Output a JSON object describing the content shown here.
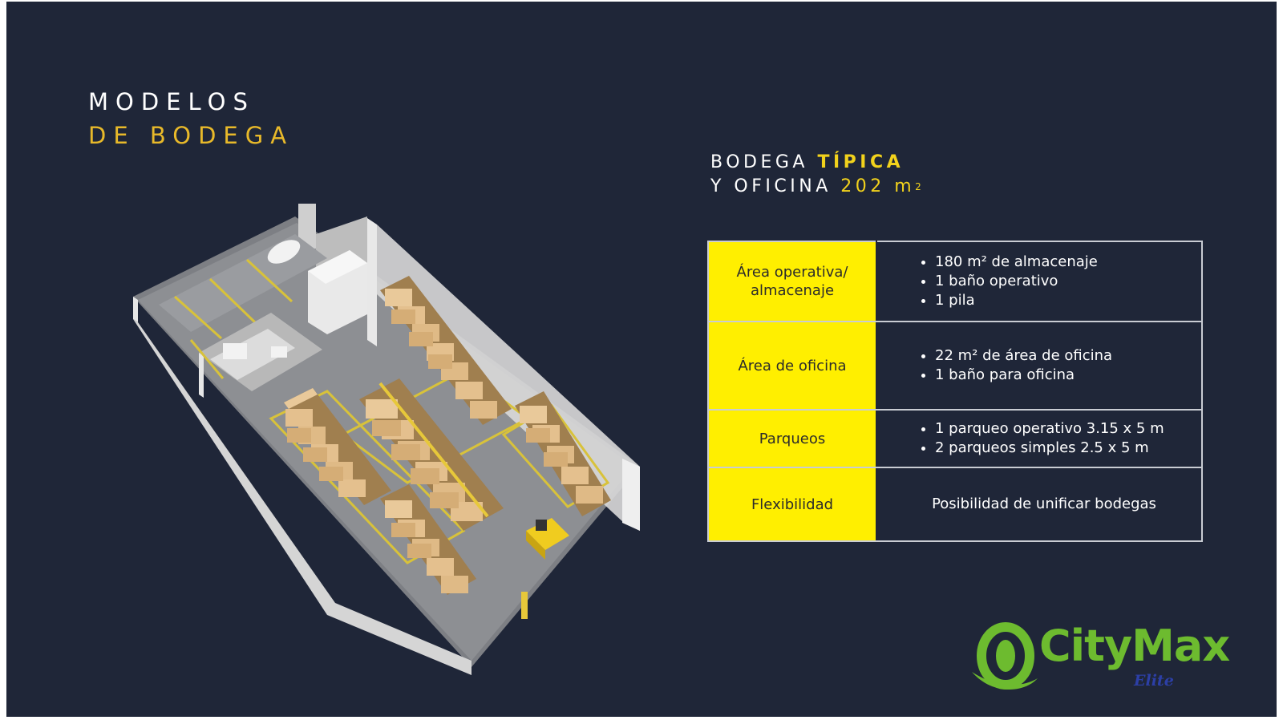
{
  "heading": {
    "line1": "MODELOS",
    "line2": "DE BODEGA"
  },
  "model_title": {
    "prefix": "BODEGA ",
    "highlight": "TÍPICA",
    "line2": "Y OFICINA ",
    "area": "202 m",
    "area_sup": "2"
  },
  "specs": [
    {
      "label": "Área operativa/ almacenaje",
      "items": [
        "180 m² de almacenaje",
        "1 baño operativo",
        "1 pila"
      ]
    },
    {
      "label": "Área de oficina",
      "items": [
        "22 m² de área de oficina",
        "1 baño para oficina"
      ]
    },
    {
      "label": "Parqueos",
      "items": [
        "1 parqueo operativo 3.15 x 5 m",
        "2 parqueos simples 2.5 x 5 m"
      ]
    },
    {
      "label": "Flexibilidad",
      "text": "Posibilidad de unificar bodegas"
    }
  ],
  "logo": {
    "brand": "CityMax",
    "tagline": "Elite"
  },
  "colors": {
    "background": "#1f2638",
    "accent_yellow": "#ffef00",
    "heading_gold": "#e8b92a",
    "logo_green": "#6dbb2f",
    "logo_blue": "#2c3fa6"
  }
}
